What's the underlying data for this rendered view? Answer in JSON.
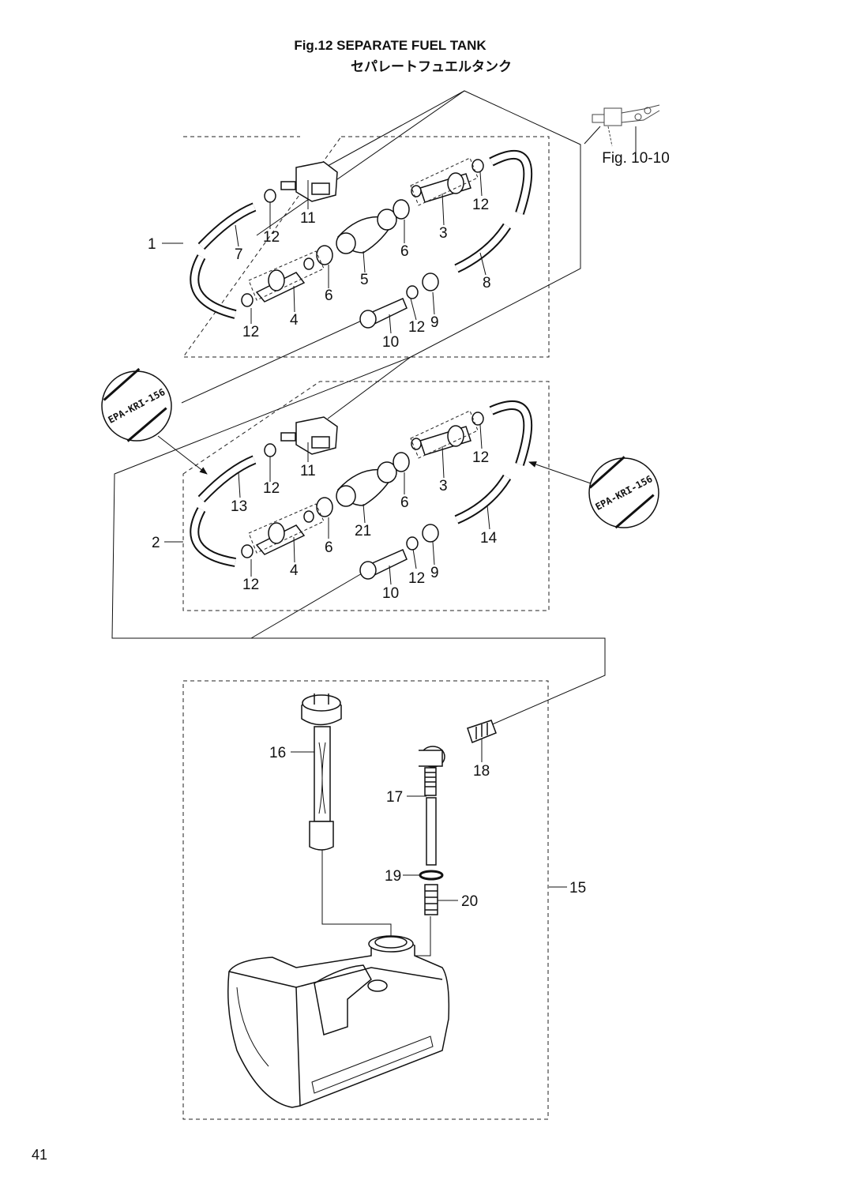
{
  "page": {
    "title_en": "Fig.12  SEPARATE FUEL TANK",
    "title_jp": "セパレートフュエルタンク",
    "page_number": "41"
  },
  "references": {
    "fig_ref": "Fig. 10-10",
    "epa_stamp": "EPA-KRI-156"
  },
  "assembly_1": {
    "label": "1",
    "callouts": {
      "p11": "11",
      "p12a": "12",
      "p12b": "12",
      "p12c": "12",
      "p12d": "12",
      "p7": "7",
      "p3": "3",
      "p6a": "6",
      "p6b": "6",
      "p5": "5",
      "p8": "8",
      "p4": "4",
      "p9": "9",
      "p10": "10"
    }
  },
  "assembly_2": {
    "label": "2",
    "callouts": {
      "p11": "11",
      "p12a": "12",
      "p12b": "12",
      "p12c": "12",
      "p12d": "12",
      "p13": "13",
      "p3": "3",
      "p6a": "6",
      "p6b": "6",
      "p21": "21",
      "p14": "14",
      "p4": "4",
      "p9": "9",
      "p10": "10"
    }
  },
  "assembly_15": {
    "label": "15",
    "callouts": {
      "p16": "16",
      "p17": "17",
      "p18": "18",
      "p19": "19",
      "p20": "20"
    }
  }
}
